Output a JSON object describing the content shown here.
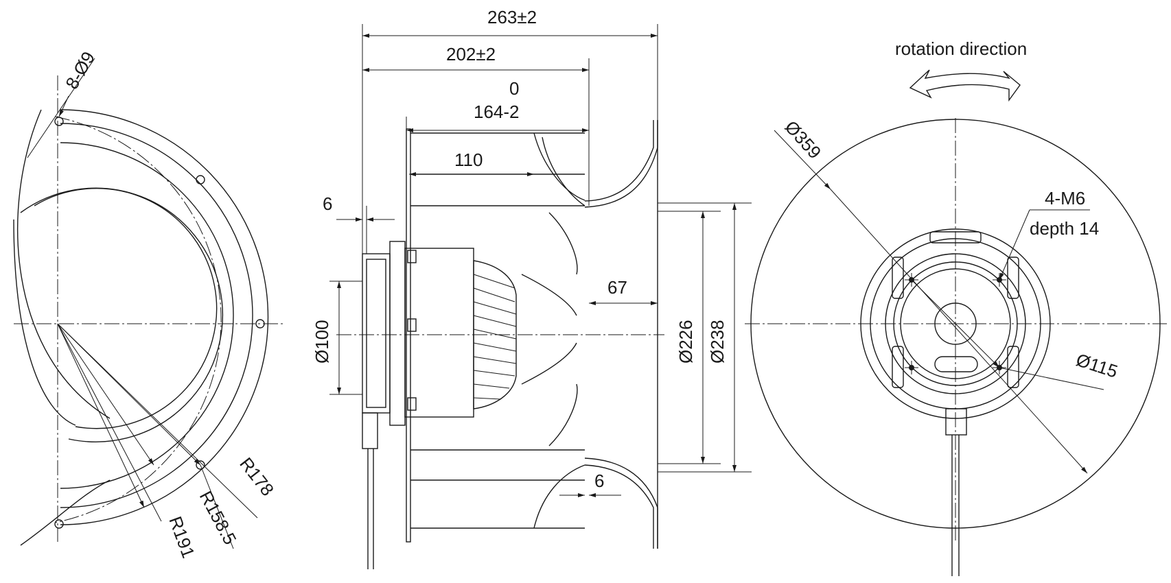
{
  "left_view": {
    "holes_label": "8-Ø9",
    "r178_label": "R178",
    "r158_label": "R158.5",
    "r191_label": "R191"
  },
  "side_view": {
    "overall_length_label": "263±2",
    "length_202_label": "202±2",
    "tolerance_top_label": "0",
    "length_164_label": "164-2",
    "length_110_label": "110",
    "flange_6_label": "6",
    "dim_67_label": "67",
    "dim_6_bottom_label": "6",
    "dia_100_label": "Ø100",
    "dia_226_label": "Ø226",
    "dia_238_label": "Ø238"
  },
  "front_view": {
    "rotation_label": "rotation direction",
    "dia_359_label": "Ø359",
    "thread_label": "4-M6",
    "depth_label": "depth 14",
    "dia_115_label": "Ø115"
  }
}
